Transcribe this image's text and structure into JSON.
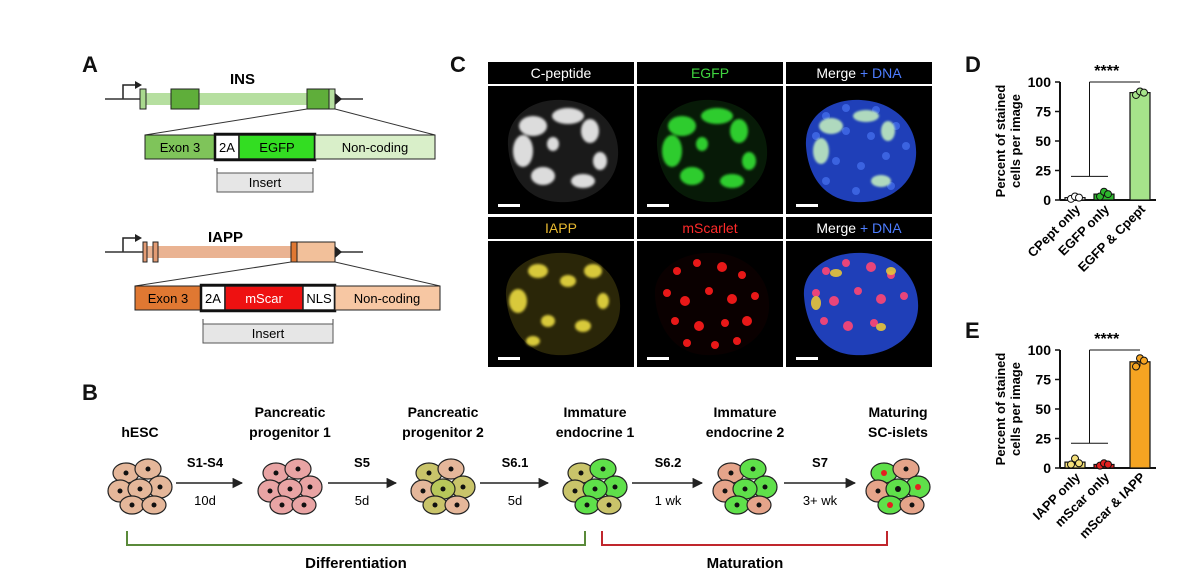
{
  "panels": {
    "a": "A",
    "b": "B",
    "c": "C",
    "d": "D",
    "e": "E"
  },
  "panel_a": {
    "ins": {
      "gene": "INS",
      "exon": "Exon 3",
      "tag": "2A",
      "reporter": "EGFP",
      "tail": "Non-coding",
      "insert": "Insert"
    },
    "iapp": {
      "gene": "IAPP",
      "exon": "Exon 3",
      "tag": "2A",
      "reporter": "mScar",
      "nls": "NLS",
      "tail": "Non-coding",
      "insert": "Insert"
    }
  },
  "panel_c": {
    "labels": [
      {
        "text": "C-peptide",
        "color": "#ffffff"
      },
      {
        "text": "EGFP",
        "color": "#3fd43f"
      },
      {
        "text": "Merge",
        "color": "#ffffff",
        "extra": "+ DNA",
        "extra_color": "#4d7dff"
      },
      {
        "text": "IAPP",
        "color": "#e8b930"
      },
      {
        "text": "mScarlet",
        "color": "#ff2a2a"
      },
      {
        "text": "Merge",
        "color": "#ffffff",
        "extra": "+ DNA",
        "extra_color": "#4d7dff"
      }
    ]
  },
  "panel_b": {
    "stages": [
      {
        "name_line1": "",
        "name_line2": "hESC"
      },
      {
        "name_line1": "Pancreatic",
        "name_line2": "progenitor 1"
      },
      {
        "name_line1": "Pancreatic",
        "name_line2": "progenitor 2"
      },
      {
        "name_line1": "Immature",
        "name_line2": "endocrine 1"
      },
      {
        "name_line1": "Immature",
        "name_line2": "endocrine 2"
      },
      {
        "name_line1": "Maturing",
        "name_line2": "SC-islets"
      }
    ],
    "steps": [
      {
        "label": "S1-S4",
        "duration": "10d"
      },
      {
        "label": "S5",
        "duration": "5d"
      },
      {
        "label": "S6.1",
        "duration": "5d"
      },
      {
        "label": "S6.2",
        "duration": "1 wk"
      },
      {
        "label": "S7",
        "duration": "3+ wk"
      }
    ],
    "phases": {
      "differentiation": "Differentiation",
      "maturation": "Maturation"
    },
    "colors": {
      "differentiation": "#5a8a3a",
      "maturation": "#c0262d"
    }
  },
  "chart_data": [
    {
      "type": "bar",
      "panel": "D",
      "categories": [
        "CPept only",
        "EGFP only",
        "EGFP & Cpept"
      ],
      "values": [
        2,
        5,
        91
      ],
      "points": [
        [
          1,
          3,
          2
        ],
        [
          3,
          7,
          5
        ],
        [
          89,
          92,
          91
        ]
      ],
      "bar_colors": [
        "#ffffff",
        "#2db52d",
        "#a6e48a"
      ],
      "ylabel_line1": "Percent of stained",
      "ylabel_line2": "cells per image",
      "ylim": [
        0,
        100
      ],
      "yticks": [
        "0",
        "25",
        "50",
        "75",
        "100"
      ],
      "significance": "****"
    },
    {
      "type": "bar",
      "panel": "E",
      "categories": [
        "IAPP only",
        "mScar only",
        "mScar & IAPP"
      ],
      "values": [
        5,
        3,
        90
      ],
      "points": [
        [
          3,
          8,
          4
        ],
        [
          2,
          4,
          3
        ],
        [
          86,
          93,
          91
        ]
      ],
      "bar_colors": [
        "#f5e07a",
        "#e2201f",
        "#f5a422"
      ],
      "ylabel_line1": "Percent of stained",
      "ylabel_line2": "cells per image",
      "ylim": [
        0,
        100
      ],
      "yticks": [
        "0",
        "25",
        "50",
        "75",
        "100"
      ],
      "significance": "****"
    }
  ]
}
